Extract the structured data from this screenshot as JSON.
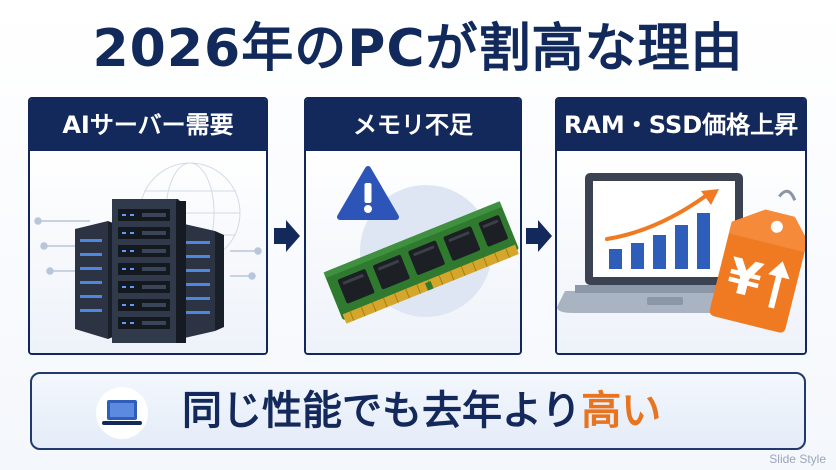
{
  "title": "2026年のPCが割高な理由",
  "cards": [
    {
      "label": "AIサーバー需要",
      "icon": "server-rack-icon"
    },
    {
      "label": "メモリ不足",
      "icon": "memory-module-icon"
    },
    {
      "label": "RAM・SSD価格上昇",
      "icon": "laptop-price-tag-icon"
    }
  ],
  "price_tag_symbol": "¥",
  "banner": {
    "text_main": "同じ性能でも去年より",
    "text_highlight": "高い"
  },
  "watermark": "Slide Style",
  "colors": {
    "navy": "#14295b",
    "accent_orange": "#f07a21",
    "chart_blue": "#2e5dba",
    "memory_green": "#2f7a2f"
  }
}
